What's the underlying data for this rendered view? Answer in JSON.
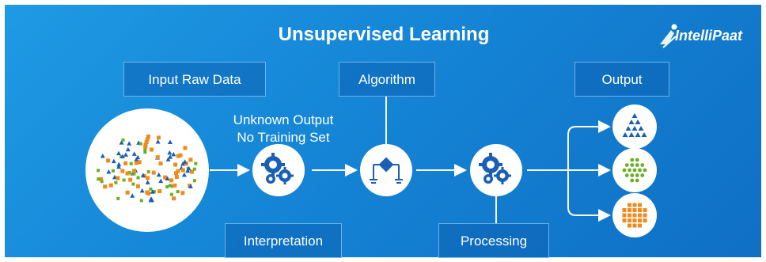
{
  "header": {
    "title": "Unsupervised Learning",
    "logo_text": "IntelliPaat"
  },
  "labels": {
    "input": "Input Raw Data",
    "algorithm": "Algorithm",
    "output": "Output",
    "interpretation": "Interpretation",
    "processing": "Processing"
  },
  "caption": {
    "line1": "Unknown Output",
    "line2": "No Training Set"
  },
  "icons": {
    "gear_1": "gears-icon",
    "algorithm": "flowchart-icon",
    "gear_2": "gears-icon",
    "output_1": "triangle-cluster-icon",
    "output_2": "dot-cluster-icon",
    "output_3": "square-cluster-icon"
  },
  "colors": {
    "background": "#1585d6",
    "icon_blue": "#1a5fb4",
    "green": "#6ab023",
    "orange": "#f08a1c"
  }
}
